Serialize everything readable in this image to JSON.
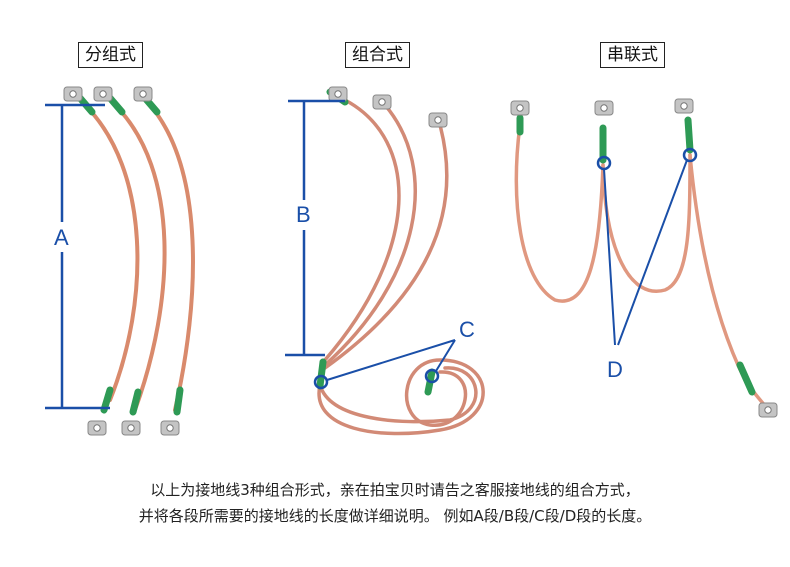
{
  "titles": {
    "separate": "分组式",
    "combined": "组合式",
    "series": "串联式"
  },
  "labels": {
    "a": "A",
    "b": "B",
    "c": "C",
    "d": "D"
  },
  "caption": {
    "line1": "以上为接地线3种组合形式，亲在拍宝贝时请告之客服接地线的组合方式，",
    "line2": "并将各段所需要的接地线的长度做详细说明。 例如A段/B段/C段/D段的长度。"
  },
  "colors": {
    "dimension": "#1a4fa8",
    "copper": "#d98a6c",
    "sleeve": "#2e9a55",
    "lug": "#b8b8b8"
  }
}
